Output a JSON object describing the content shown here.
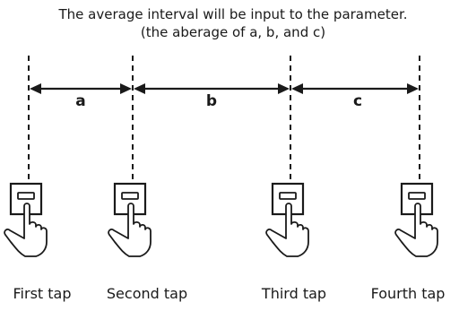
{
  "caption": {
    "line1": "The average interval will be input to the parameter.",
    "line2": "(the aberage of a, b, and c)"
  },
  "intervals": {
    "a": "a",
    "b": "b",
    "c": "c"
  },
  "taps": [
    {
      "label": "First tap"
    },
    {
      "label": "Second tap"
    },
    {
      "label": "Third tap"
    },
    {
      "label": "Fourth tap"
    }
  ],
  "colors": {
    "line": "#1a1a1a",
    "background": "#ffffff"
  },
  "icons": {
    "tap_icon": "finger-pressing-button-icon",
    "arrow": "double-headed-arrow-icon"
  }
}
